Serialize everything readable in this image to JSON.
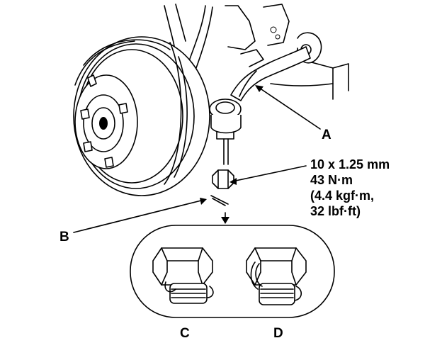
{
  "labels": {
    "a": "A",
    "b": "B",
    "c": "C",
    "d": "D"
  },
  "spec": {
    "line1": "10 x 1.25 mm",
    "line2": "43 N·m",
    "line3": "(4.4 kgf·m,",
    "line4": "32 lbf·ft)"
  }
}
